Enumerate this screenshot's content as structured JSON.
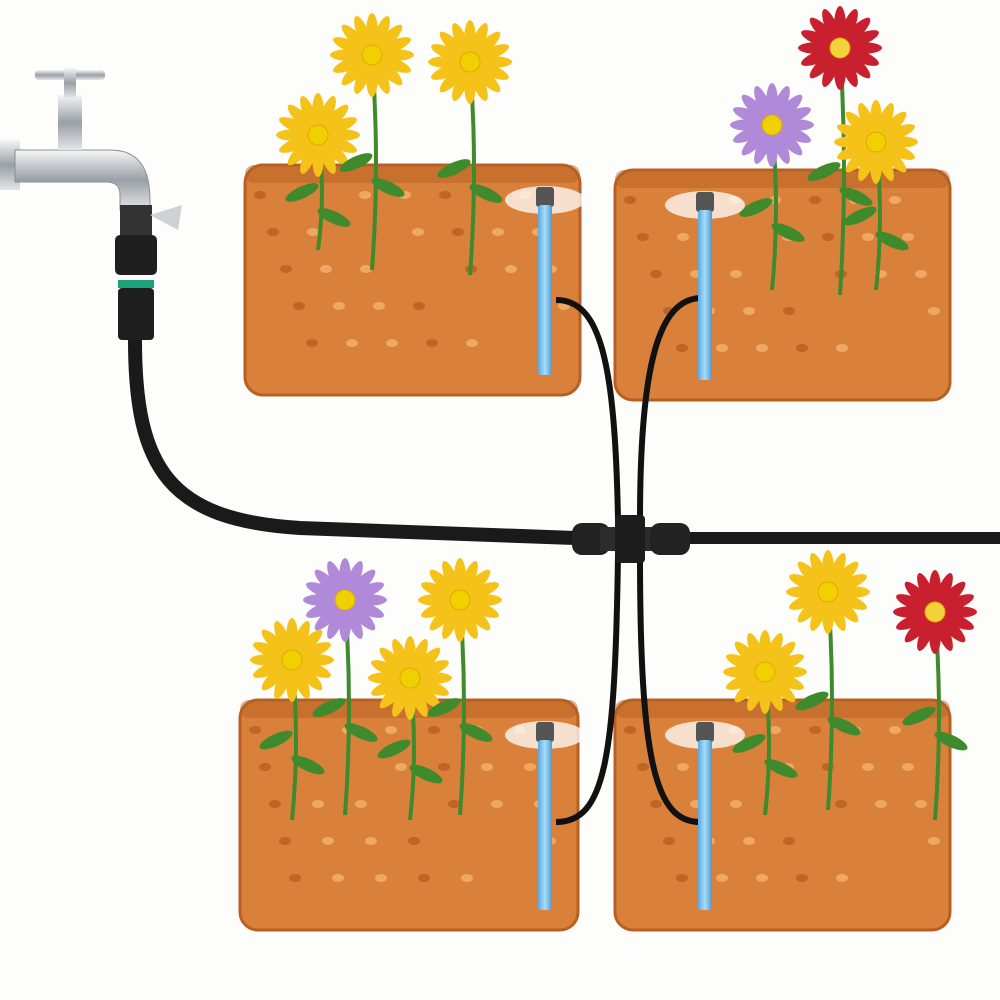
{
  "colors": {
    "background": "#fdfdfb",
    "soil": "#d9803a",
    "soil_dark": "#b85f22",
    "soil_spots": "#f3b26e",
    "hose": "#1a1a1a",
    "stake": "#7fc4ee",
    "faucet": "#c9ccd0",
    "leaf": "#3f8a2c",
    "petal_yellow": "#f5c21a",
    "petal_red": "#c8202e",
    "petal_purple": "#b08ad8"
  },
  "scene": {
    "beds": [
      {
        "name": "bed-top-left",
        "flowers": [
          "yellow",
          "yellow",
          "yellow"
        ]
      },
      {
        "name": "bed-top-right",
        "flowers": [
          "purple",
          "red",
          "yellow"
        ]
      },
      {
        "name": "bed-bottom-left",
        "flowers": [
          "yellow",
          "purple",
          "yellow",
          "yellow"
        ]
      },
      {
        "name": "bed-bottom-right",
        "flowers": [
          "yellow",
          "yellow",
          "red"
        ]
      }
    ],
    "icons": [
      "faucet-icon",
      "hose-connector-icon",
      "tee-connector-icon",
      "sprinkler-icon"
    ]
  }
}
